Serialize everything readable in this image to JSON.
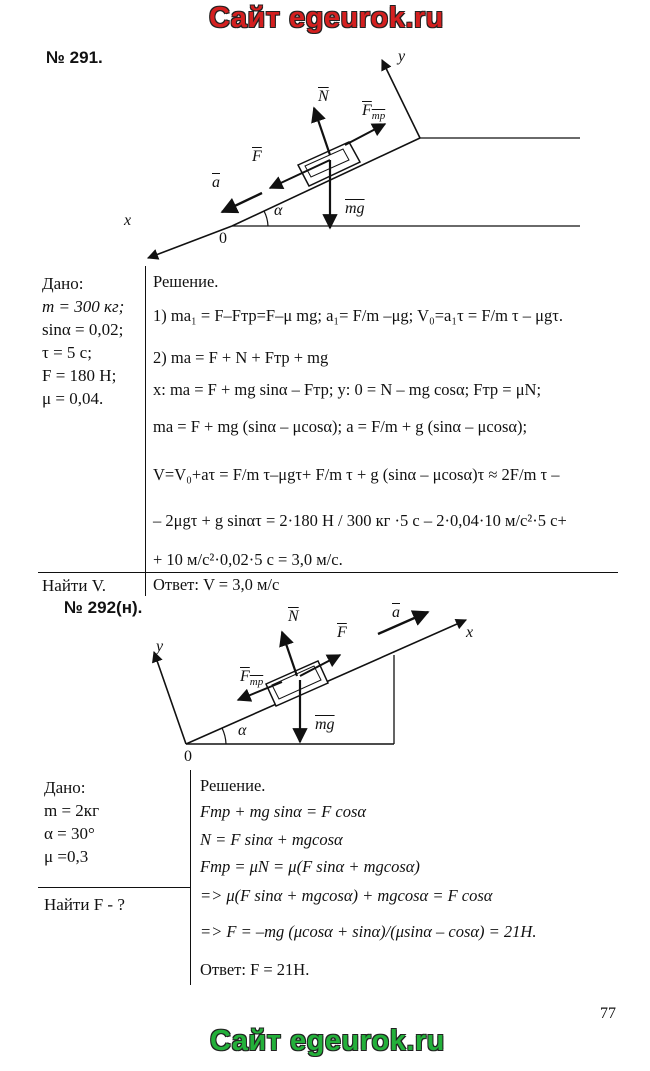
{
  "site_header": "Сайт egeurok.ru",
  "site_footer": "Сайт egeurok.ru",
  "page_number": "77",
  "p291": {
    "number": "№ 291.",
    "diagram": {
      "x": "x",
      "y": "y",
      "origin": "0",
      "alpha": "α",
      "N": "N",
      "Ftr": "F",
      "Ftr_sub": "тр",
      "F": "F",
      "a": "a",
      "mg": "mg"
    },
    "given_title": "Дано:",
    "given": [
      "m = 300 кг;",
      "sinα = 0,02;",
      "τ = 5 с;",
      "F = 180 Н;",
      "μ = 0,04."
    ],
    "find": "Найти V.",
    "solution_title": "Решение.",
    "lines": [
      "1) ma₁ = F–Fтр=F–μ mg; a₁= F/m –μg; V₀=a₁τ = F/m τ – μgτ.",
      "2)  ma = F + N + Fтр + mg",
      "x: ma = F + mg sinα – Fтр; y: 0 = N – mg cosα; Fтр = μN;",
      "ma = F + mg (sinα – μcosα); a = F/m + g (sinα – μcosα);",
      "V=V₀+aτ = F/m τ–μgτ+ F/m τ + g (sinα – μcosα)τ ≈ 2F/m τ –",
      "– 2μgτ + g sinατ = 2·180 Н / 300 кг ·5 с – 2·0,04·10 м/с²·5 с+",
      "+ 10 м/с²·0,02·5 с = 3,0 м/с."
    ],
    "answer": "Ответ: V = 3,0 м/с"
  },
  "p292": {
    "number": "№ 292(н).",
    "diagram": {
      "x": "x",
      "y": "y",
      "origin": "0",
      "alpha": "α",
      "N": "N",
      "F": "F",
      "a": "a",
      "Fmp": "F",
      "Fmp_sub": "mp",
      "mg": "mg"
    },
    "given_title": "Дано:",
    "given": [
      "m  = 2кг",
      "α = 30°",
      "μ =0,3"
    ],
    "find": "Найти F - ?",
    "solution_title": "Решение.",
    "lines": [
      "Fmp + mg sinα = F cosα",
      "N = F sinα + mgcosα",
      "Fmp = μN = μ(F sinα + mgcosα)",
      "=> μ(F sinα + mgcosα) + mgcosα = F cosα",
      "=> F = –mg (μcosα + sinα)/(μsinα – cosα) = 21H.",
      "Ответ: F = 21H."
    ]
  }
}
